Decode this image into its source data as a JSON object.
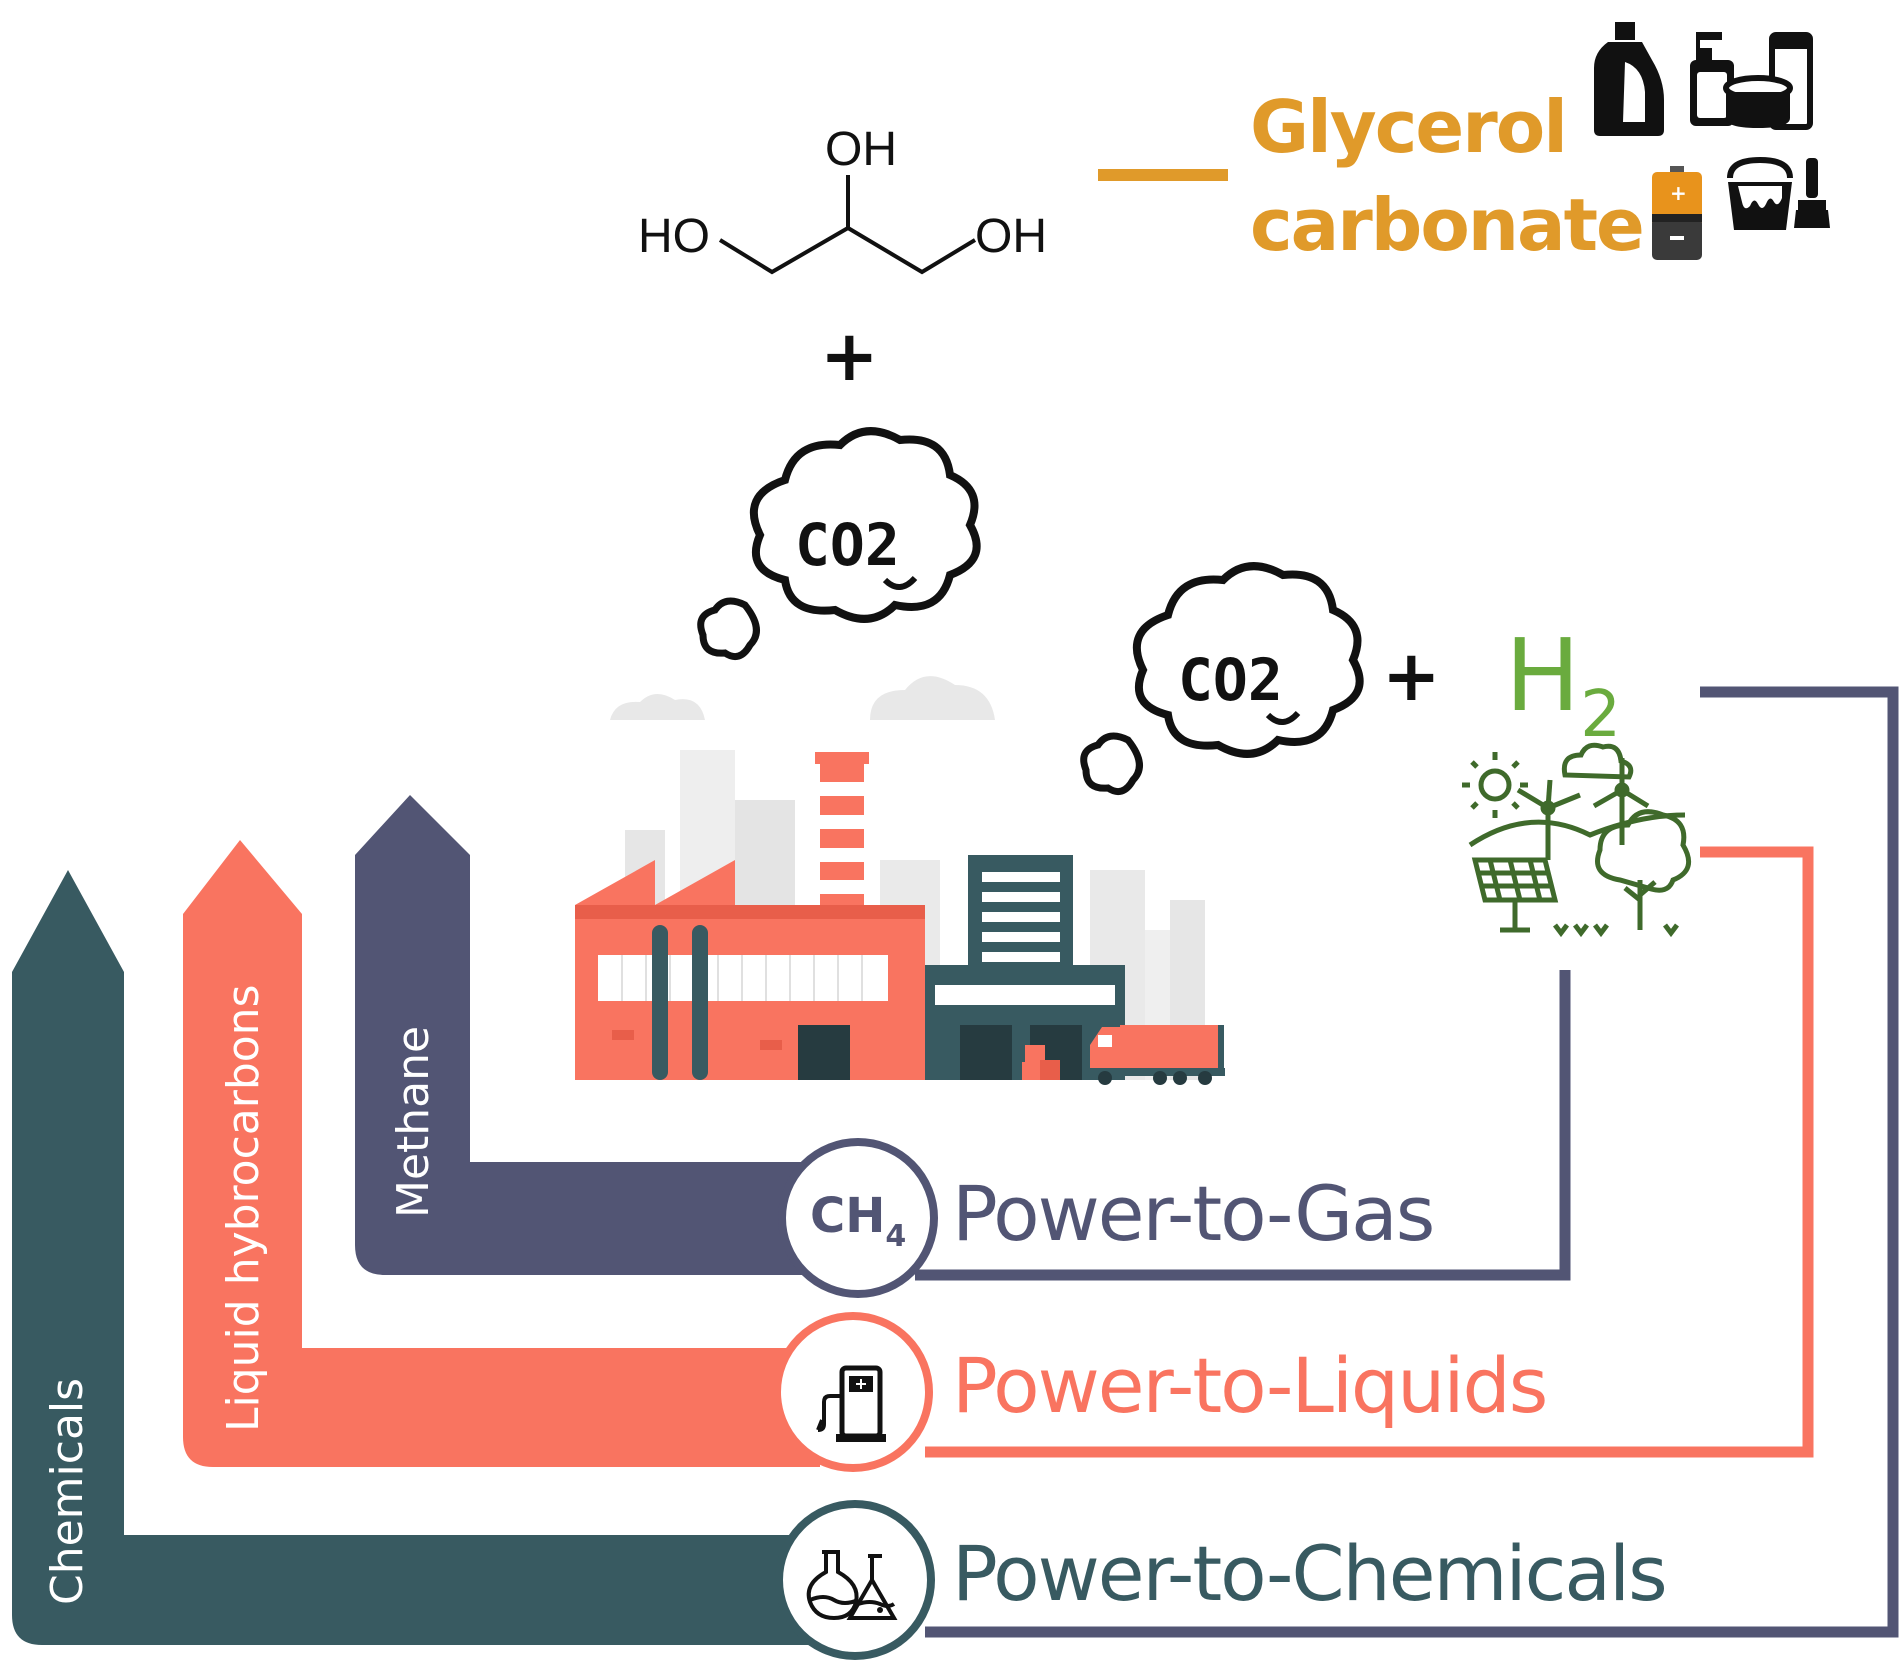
{
  "colors": {
    "gas": "#525574",
    "liquids": "#f97460",
    "chemicals": "#385a61",
    "glycerol": "#e09a2a",
    "hydrogen": "#6aab3e",
    "renewables": "#3f6a2b"
  },
  "glycerol_molecule": {
    "oh_top": "OH",
    "ho_left": "HO",
    "oh_right": "OH"
  },
  "product": {
    "line1": "Glycerol",
    "line2": "carbonate"
  },
  "plus_sign": "+",
  "co2_label": "CO2",
  "hydrogen": {
    "symbol": "H",
    "subscript": "2"
  },
  "arrows": {
    "methane": "Methane",
    "liquid": "Liquid hybrocarbons",
    "chemicals": "Chemicals"
  },
  "pathways": {
    "gas": "Power-to-Gas",
    "liquids": "Power-to-Liquids",
    "chemicals": "Power-to-Chemicals"
  },
  "methane_badge": {
    "symbol": "CH",
    "subscript": "4"
  },
  "icons": {
    "product_uses": [
      "detergent-bottle-icon",
      "cosmetics-icon",
      "battery-icon",
      "paint-bucket-icon"
    ],
    "renewables": [
      "sun-icon",
      "cloud-icon",
      "wind-turbine-icon",
      "solar-panel-icon",
      "tree-icon"
    ],
    "badges": [
      "ch4-badge-icon",
      "fuel-pump-icon",
      "flasks-icon"
    ]
  }
}
